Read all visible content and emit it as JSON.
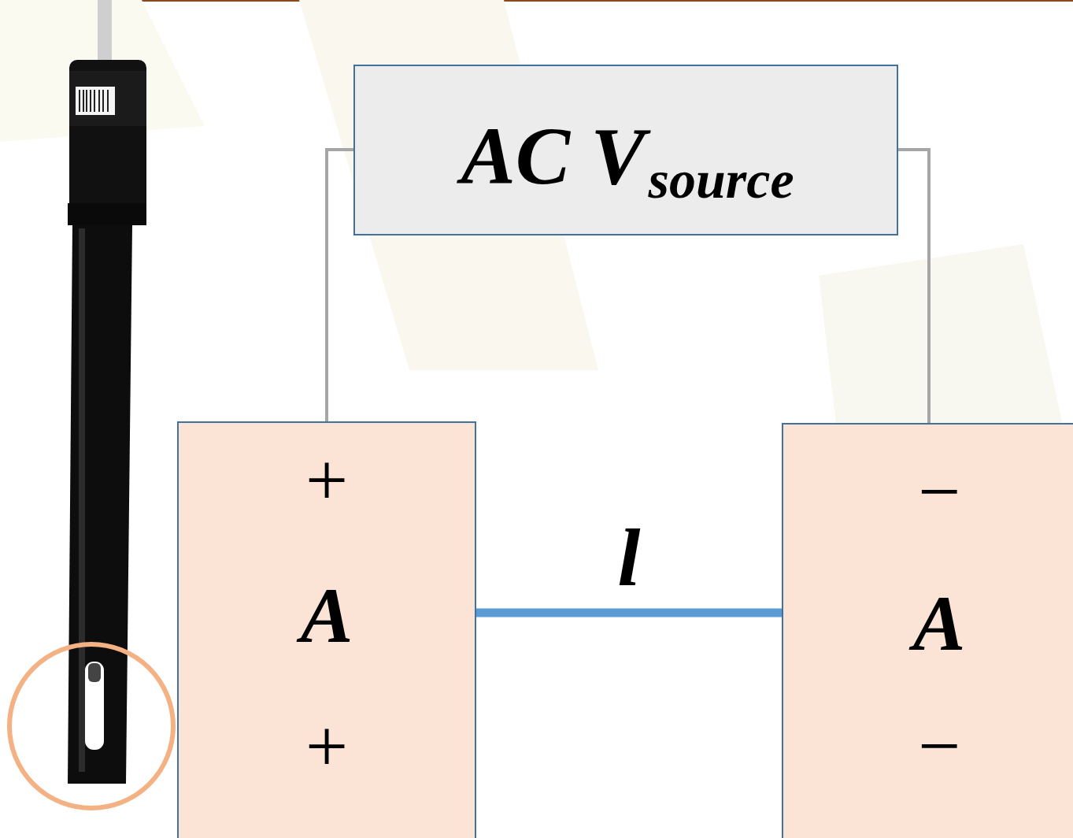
{
  "diagram": {
    "nodes": [
      {
        "text": [
          "AC V",
          "source"
        ]
      },
      {
        "text": [
          "+",
          "A",
          "+"
        ]
      },
      {
        "text": [
          "−",
          "A",
          "−"
        ]
      }
    ],
    "edges": [
      {
        "from": 0,
        "to": 1,
        "arrow": "none"
      },
      {
        "from": 0,
        "to": 2,
        "arrow": "none"
      },
      {
        "from": 1,
        "to": 2,
        "label": "l",
        "arrow": "none"
      }
    ]
  }
}
